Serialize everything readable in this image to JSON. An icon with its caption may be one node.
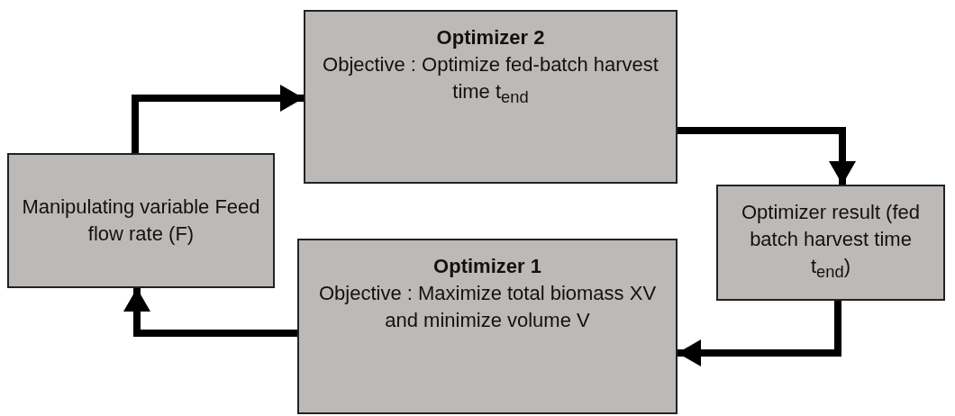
{
  "diagram": {
    "nodes": [
      {
        "text": [
          "Optimizer 2",
          "Objective : Optimize fed-batch harvest time t$_{end}$"
        ]
      },
      {
        "text": [
          "Optimizer result (fed batch harvest time t$_{end}$)"
        ]
      },
      {
        "text": [
          "Optimizer 1",
          "Objective : Maximize total biomass XV and minimize volume V"
        ]
      },
      {
        "text": [
          "Manipulating variable Feed flow rate (F)"
        ]
      }
    ],
    "edges": [
      {
        "from": 3,
        "to": 0,
        "arrow": "to"
      },
      {
        "from": 0,
        "to": 1,
        "arrow": "to"
      },
      {
        "from": 1,
        "to": 2,
        "arrow": "to"
      },
      {
        "from": 2,
        "to": 3,
        "arrow": "to"
      }
    ]
  }
}
